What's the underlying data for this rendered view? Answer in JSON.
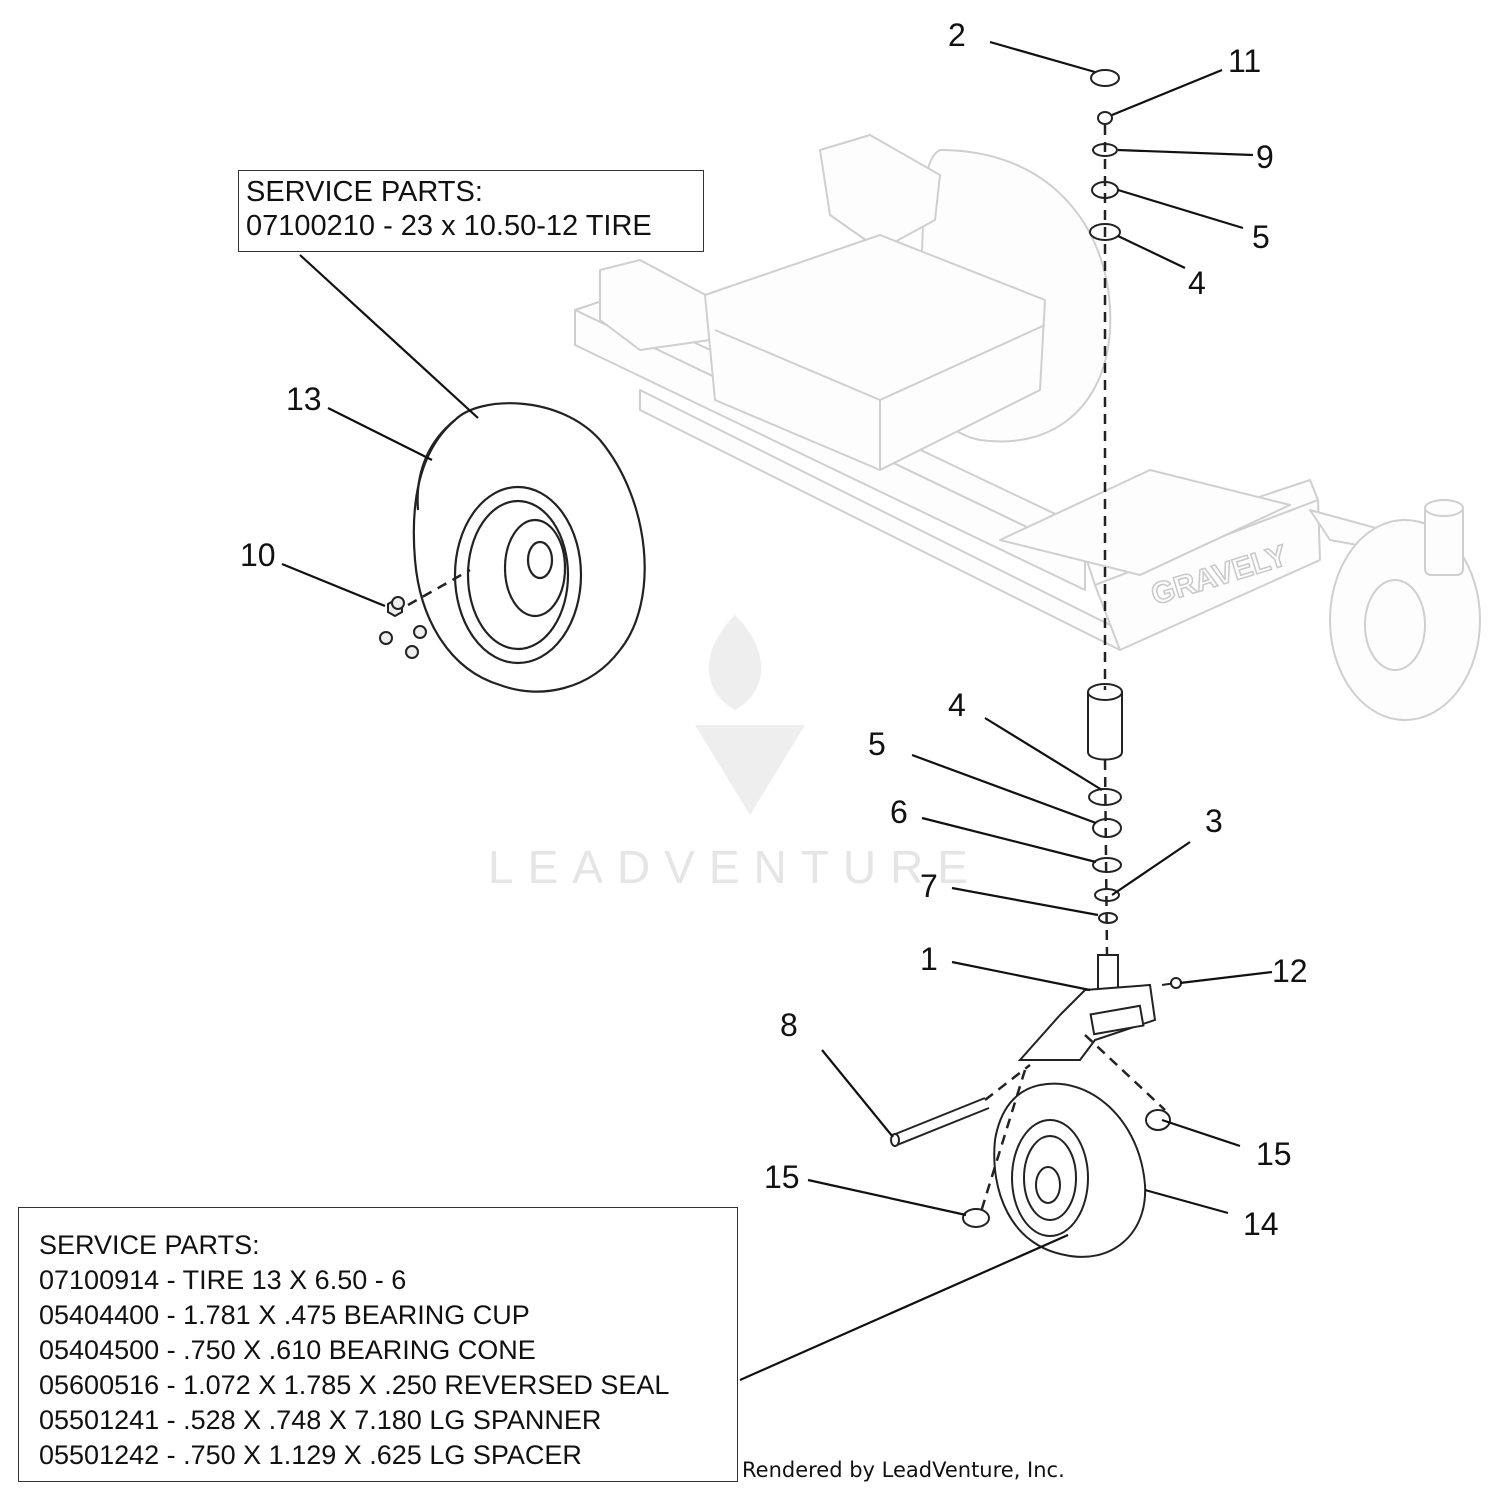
{
  "service_parts_top": {
    "heading": "SERVICE PARTS:",
    "lines": [
      "07100210 - 23 x 10.50-12 TIRE"
    ]
  },
  "service_parts_bottom": {
    "heading": "SERVICE PARTS:",
    "lines": [
      "07100914 - TIRE 13 X 6.50 - 6",
      "05404400 - 1.781 X .475 BEARING CUP",
      "05404500 - .750 X .610 BEARING CONE",
      "05600516 - 1.072 X 1.785 X .250 REVERSED SEAL",
      "05501241 - .528 X .748 X 7.180 LG SPANNER",
      "05501242 - .750 X 1.129 X .625 LG SPACER"
    ]
  },
  "callouts": {
    "c2": "2",
    "c11": "11",
    "c9": "9",
    "c5a": "5",
    "c4a": "4",
    "c13": "13",
    "c10": "10",
    "c4b": "4",
    "c5b": "5",
    "c6": "6",
    "c3": "3",
    "c7": "7",
    "c1": "1",
    "c12": "12",
    "c8": "8",
    "c15a": "15",
    "c15b": "15",
    "c14": "14"
  },
  "brand_label": "GRAVELY",
  "watermark": "LEADVENTURE",
  "footer": "Rendered by LeadVenture, Inc."
}
